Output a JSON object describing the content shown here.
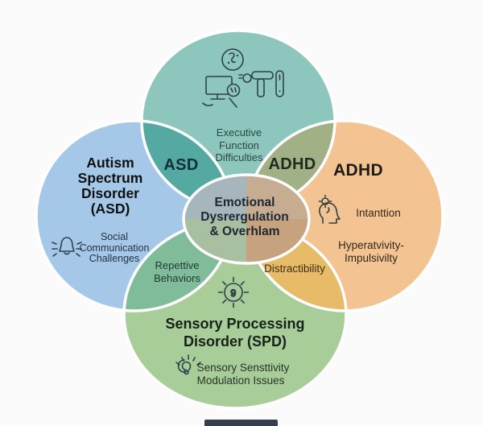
{
  "colors": {
    "background": "#fbfbfb",
    "top_circle": "#8cc6bc",
    "left_circle": "#a6c8e8",
    "right_circle": "#f3c492",
    "bottom_circle": "#a9cd99",
    "asd_lens": "#54aaa3",
    "adhd_lens": "#a2b185",
    "repetitive_lens": "#80bc9a",
    "distractibility_lens": "#e7bb68",
    "center_quadrant_tl": "#a7b5bd",
    "center_quadrant_tr": "#c6ac90",
    "center_quadrant_bl": "#a9bfa1",
    "center_quadrant_br": "#c6a27f",
    "circle_outline": "#ffffff",
    "icon_stroke": "#2f4149",
    "watermark_bar": "#333e4e"
  },
  "top_circle": {
    "line1": "Executive",
    "line2": "Function",
    "line3": "Difficulties"
  },
  "lens_labels": {
    "asd": "ASD",
    "adhd": "ADHD",
    "repetitive_line1": "Repettive",
    "repetitive_line2": "Behaviors",
    "distractibility": "Distractibility"
  },
  "left_circle": {
    "title_line1": "Autism",
    "title_line2": "Spectrum",
    "title_line3": "Disorder",
    "title_line4": "(ASD)",
    "item_line1": "Social",
    "item_line2": "Communication",
    "item_line3": "Challenges"
  },
  "right_circle": {
    "title": "ADHD",
    "item1": "Intanttion",
    "item2_line1": "Hyperatvivity-",
    "item2_line2": "Impulsivilty"
  },
  "bottom_circle": {
    "title_line1": "Sensory Processing",
    "title_line2": "Disorder (SPD)",
    "item_line1": "Sensory Sensttivity",
    "item_line2": "Modulation Issues"
  },
  "center": {
    "line1": "Emotional",
    "line2": "Dysrergulation",
    "line3": "& Overhlam"
  },
  "icons": {
    "top_circle": [
      "face-doodle-icon",
      "computer-monitor-icon",
      "hammer-tool-icon"
    ],
    "left_circle": "bell-alert-icon",
    "right_circle": "head-gear-icon",
    "bottom_circle": [
      "sun-face-icon",
      "sensory-spiral-icon"
    ],
    "sun_face_number": "9"
  }
}
